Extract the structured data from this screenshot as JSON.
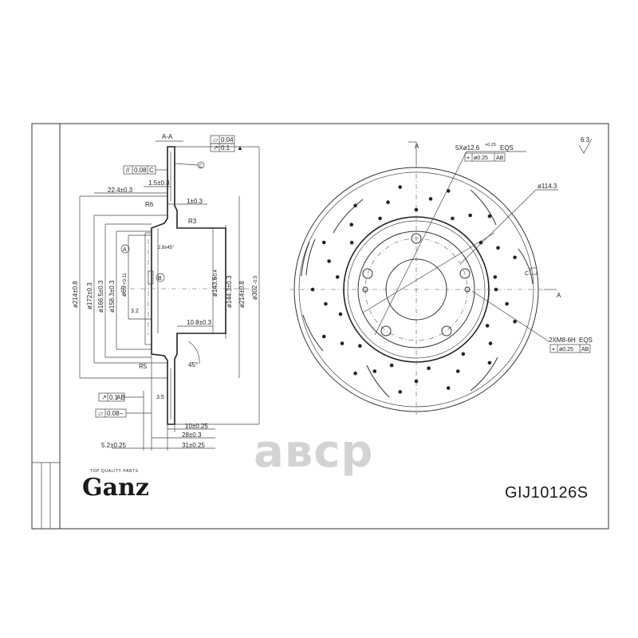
{
  "section_view": {
    "section_label": "A-A",
    "tol_flat": "0.04",
    "tol_runout": "0.1",
    "tol_parallel": "0.08",
    "tol_parallel_ref": "C",
    "datum_c": "C",
    "datum_a": "A",
    "datum_b": "B",
    "dim_1_5": "1.5±0.3",
    "dim_22_4": "22.4±0.3",
    "dim_1": "1±0.3",
    "dim_r6": "R6",
    "dim_r3": "R3",
    "dim_r5": "R5",
    "dim_chamfer": "2.8x45°",
    "dim_32": "3.2",
    "dim_10_8": "10.8±0.3",
    "dim_45deg": "45°",
    "dim_35": "3.5",
    "dim_10": "10±0.25",
    "dim_28": "28±0.3",
    "dim_31": "31±0.25",
    "dim_5_2": "5.2±0.25",
    "tol_bottom1": "0.1",
    "tol_bottom1_ref": "AB",
    "tol_bottom2": "0.08",
    "tol_bottom2_ref": "–",
    "dia_214_left": "ø214±0.8",
    "dia_172": "ø172±0.3",
    "dia_166": "ø166.5±0.3",
    "dia_158": "ø158.3±0.3",
    "dia_69": "ø69",
    "dia_69_tol": "+0.11",
    "dia_143": "ø143.6",
    "dia_143_tol": "+0.4",
    "dia_144": "ø144.3±0.3",
    "dia_214_right": "ø214±0.8",
    "dia_302": "ø302",
    "dia_302_tol": "-0.5"
  },
  "front_view": {
    "roughness": "6.3",
    "holes_5x": "5Xø12.6",
    "holes_5x_tol": "+0.25",
    "holes_5x_suffix": "EQS",
    "holes_5x_pos": "ø0.25",
    "holes_5x_ref": "AB",
    "pcd": "ø114.3",
    "threads": "2XM8-6H",
    "threads_suffix": "EQS",
    "threads_pos": "ø0.25",
    "threads_ref": "AB",
    "section_mark_top": "A",
    "section_mark_right": "A",
    "datum_c_label": "C"
  },
  "title_block": {
    "brand_tagline": "TOP QUALITY PARTS",
    "brand_name": "Ganz",
    "part_number": "GIJ10126S"
  },
  "watermark": {
    "text": "авср"
  }
}
